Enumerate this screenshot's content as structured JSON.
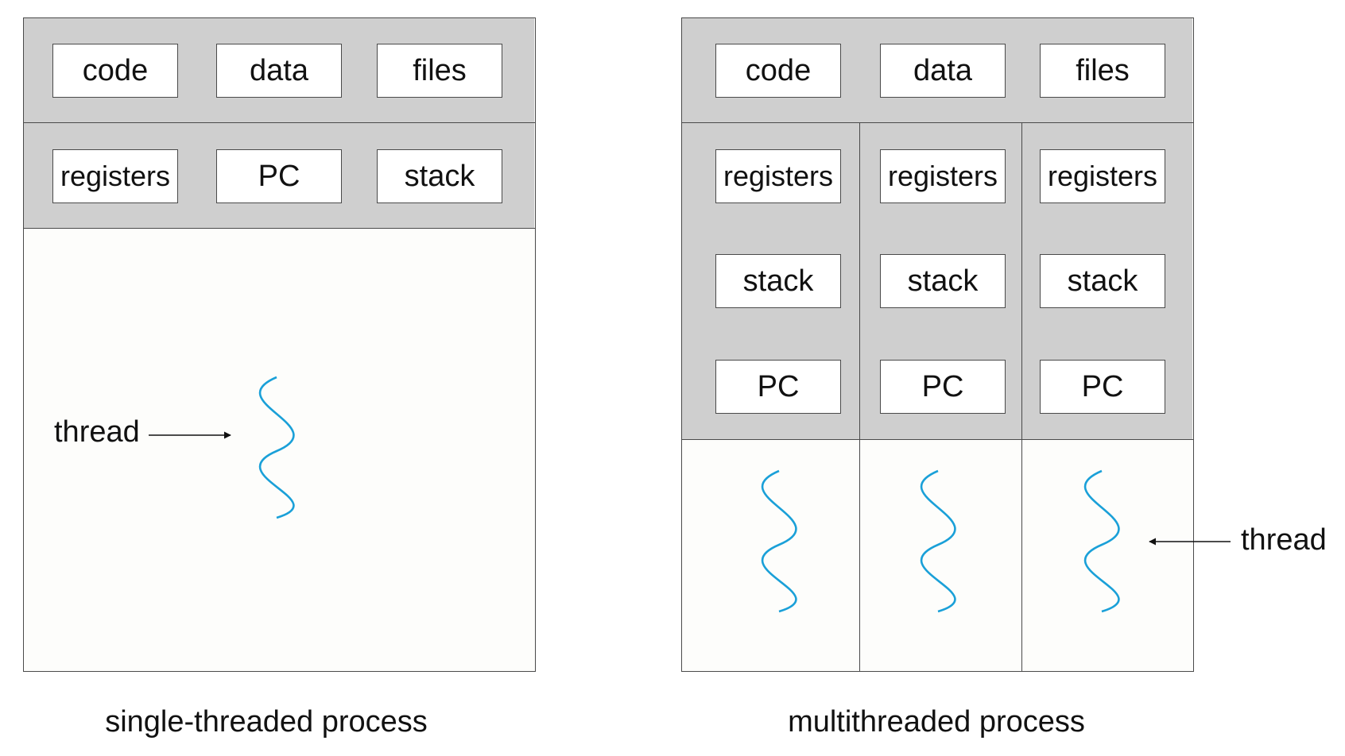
{
  "single": {
    "caption": "single-threaded process",
    "shared": [
      "code",
      "data",
      "files"
    ],
    "thread_state": [
      "registers",
      "PC",
      "stack"
    ],
    "thread_label": "thread"
  },
  "multi": {
    "caption": "multithreaded process",
    "shared": [
      "code",
      "data",
      "files"
    ],
    "threads": [
      {
        "registers": "registers",
        "stack": "stack",
        "pc": "PC"
      },
      {
        "registers": "registers",
        "stack": "stack",
        "pc": "PC"
      },
      {
        "registers": "registers",
        "stack": "stack",
        "pc": "PC"
      }
    ],
    "thread_label": "thread"
  },
  "colors": {
    "thread_wave": "#1aa0d8",
    "shared_bg": "#cfcfcf",
    "border": "#4a4a4a"
  }
}
